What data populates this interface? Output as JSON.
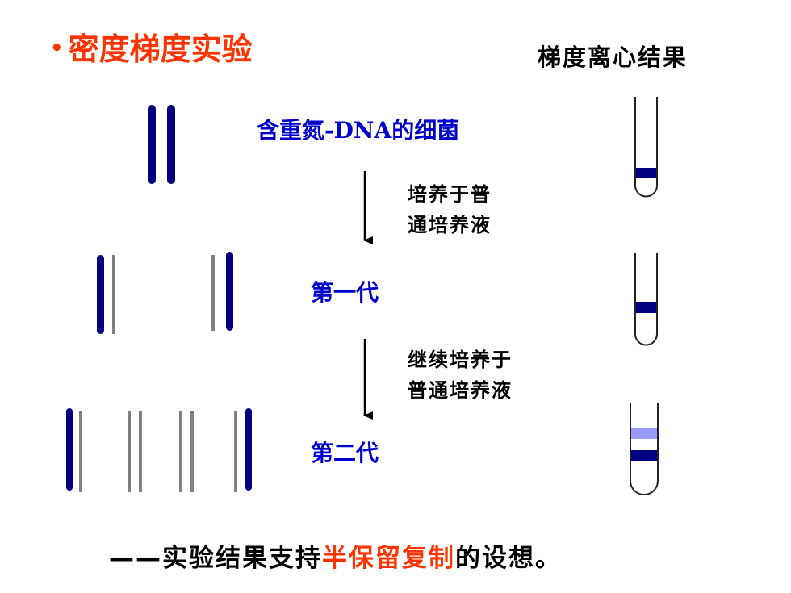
{
  "title": {
    "bullet": "•",
    "text": "密度梯度实验"
  },
  "result_heading": "梯度离心结果",
  "stages": [
    {
      "label": "含重氮-DNA的细菌"
    },
    {
      "label": "第一代"
    },
    {
      "label": "第二代"
    }
  ],
  "steps": [
    {
      "line1": "培养于普",
      "line2": "通培养液"
    },
    {
      "line1": "继续培养于",
      "line2": "普通培养液"
    }
  ],
  "conclusion": {
    "prefix": "——实验结果支持",
    "highlight": "半保留复制",
    "suffix": "的设想。"
  },
  "colors": {
    "title": "#ff3300",
    "stage_label": "#0000cc",
    "heavy_strand": "#000080",
    "light_strand": "#808080",
    "light_band": "#9999ff",
    "highlight": "#ff3300",
    "tube_outline": "#222222"
  }
}
